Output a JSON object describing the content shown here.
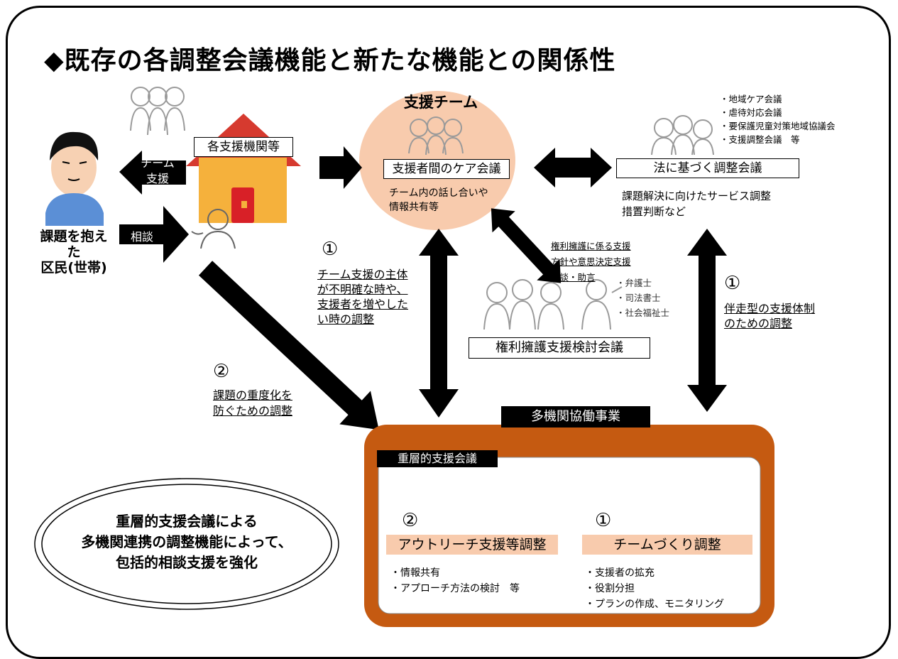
{
  "title": "◆既存の各調整会議機能と新たな機能との関係性",
  "person": {
    "label_line1": "課題を抱えた",
    "label_line2": "区民(世帯)"
  },
  "arrows": {
    "team_support_line1": "チーム",
    "team_support_line2": "支援",
    "consult": "相談"
  },
  "agencies": {
    "label": "各支援機関等"
  },
  "support_team": {
    "title": "支援チーム",
    "box": "支援者間のケア会議",
    "desc_line1": "チーム内の話し合いや",
    "desc_line2": "情報共有等"
  },
  "legal_meeting": {
    "list": [
      "・地域ケア会議",
      "・虐待対応会議",
      "・要保護児童対策地域協議会",
      "・支援調整会議　等"
    ],
    "box": "法に基づく調整会議",
    "desc_line1": "課題解決に向けたサービス調整",
    "desc_line2": "措置判断など"
  },
  "advocacy": {
    "link_line1": "権利擁護に係る支援",
    "link_line2": "方針や意思決定支援",
    "link_line3": "相談・助言",
    "roles": [
      "・弁護士",
      "・司法書士",
      "・社会福祉士"
    ],
    "box": "権利擁護支援検討会議"
  },
  "notes": {
    "left_num": "①",
    "left_lines": [
      "チーム支援の主体",
      "が不明確な時や、",
      "支援者を増やした",
      "い時の調整"
    ],
    "right_num": "①",
    "right_lines": [
      "伴走型の支援体制",
      "のための調整"
    ],
    "bottom_num": "②",
    "bottom_lines": [
      "課題の重度化を",
      "防ぐための調整"
    ]
  },
  "multi_agency": {
    "title": "多機関協働事業",
    "inner_title": "重層的支援会議",
    "outreach": {
      "num": "②",
      "label": "アウトリーチ支援等調整",
      "items": [
        "・情報共有",
        "・アプローチ方法の検討　等"
      ]
    },
    "team_building": {
      "num": "①",
      "label": "チームづくり調整",
      "items": [
        "・支援者の拡充",
        "・役割分担",
        "・プランの作成、モニタリング"
      ]
    }
  },
  "ellipse": {
    "lines": [
      "重層的支援会議による",
      "多機関連携の調整機能によって、",
      "包括的相談支援を強化"
    ]
  },
  "colors": {
    "peach": "#f8cbad",
    "brown": "#c55a11",
    "house_roof": "#d63a2f",
    "house_wall": "#f5b13c",
    "door": "#d82027"
  }
}
